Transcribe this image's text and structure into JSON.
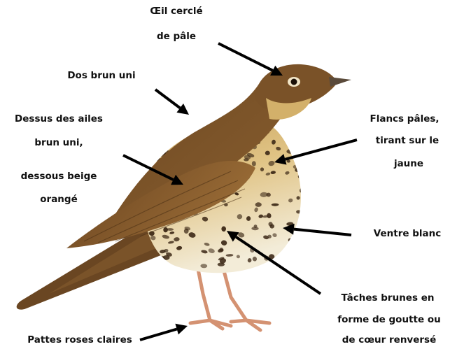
{
  "labels": {
    "eye_ring_1": "Œil cerclé",
    "eye_ring_2": "de pâle",
    "back": "Dos brun uni",
    "wings_1": "Dessus des ailes",
    "wings_2": "brun uni,",
    "wings_3": "dessous beige",
    "wings_4": "orangé",
    "flanks_1": "Flancs pâles,",
    "flanks_2": "tirant sur le",
    "flanks_3": "jaune",
    "belly": "Ventre blanc",
    "spots_1": "Tâches brunes en",
    "spots_2": "forme de goutte ou",
    "spots_3": "de cœur renversé",
    "legs": "Pattes roses claires"
  },
  "colors": {
    "upperparts": "#7a5228",
    "upperparts_dark": "#5c3b1a",
    "breast": "#d9b870",
    "belly": "#f4efe0",
    "spots": "#3a2614",
    "legs": "#d99a78",
    "arrow": "#000000"
  }
}
